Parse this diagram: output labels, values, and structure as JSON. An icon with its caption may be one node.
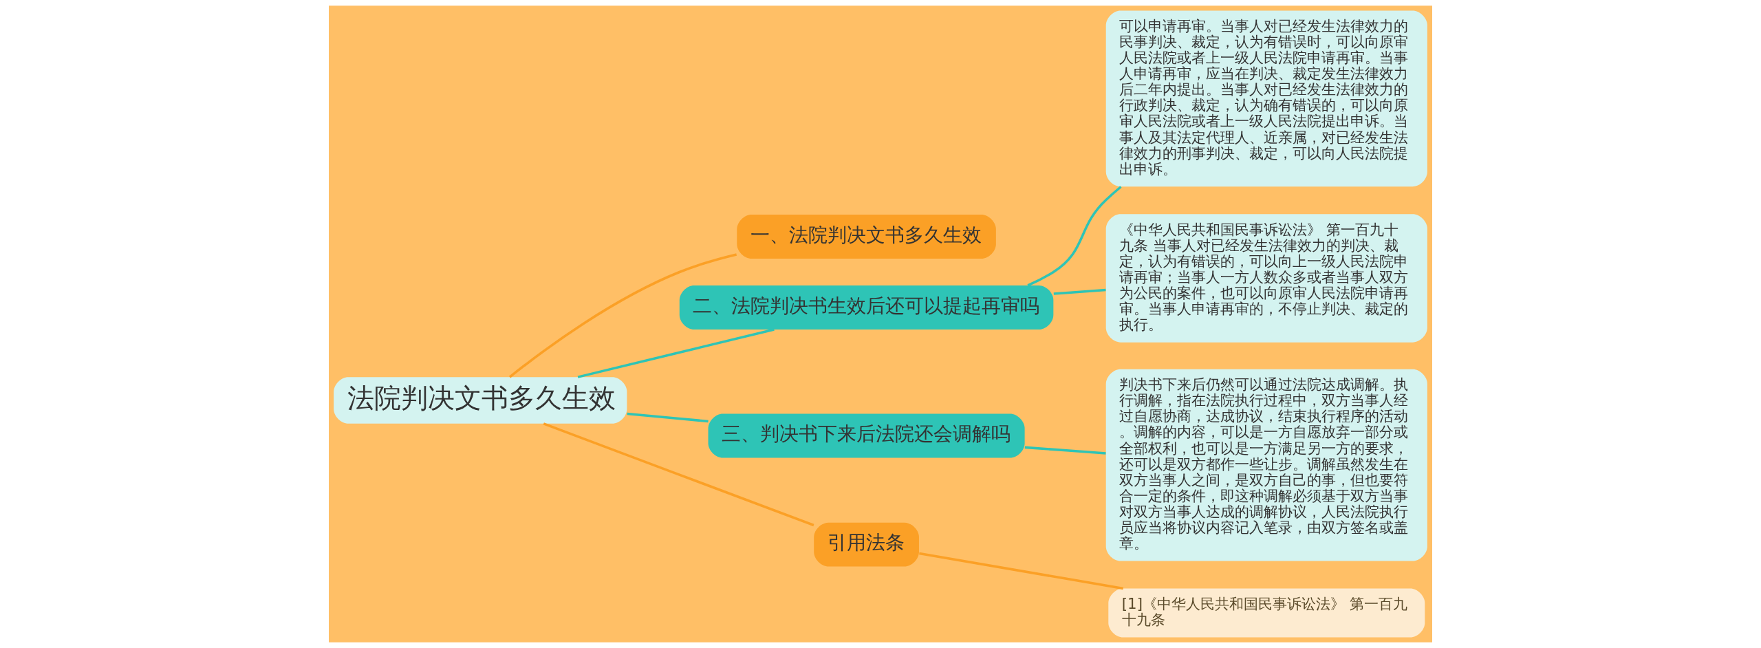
{
  "diagram": {
    "nodes": [
      {
        "text": [
          "法院判决文书多久生效"
        ]
      },
      {
        "text": [
          "一、法院判决文书多久生效"
        ]
      },
      {
        "text": [
          "二、法院判决书生效后还可以提起再审吗"
        ]
      },
      {
        "text": [
          "三、判决书下来后法院还会调解吗"
        ]
      },
      {
        "text": [
          "引用法条"
        ]
      },
      {
        "text": [
          "可以申请再审。当事人对已经发生法律效力的民事判决、裁定，认为有错误时，可以向原审人民法院或者上一级人民法院申请再审。当事人申请再审，应当在判决、裁定发生法律效力后二年内提出。当事人对已经发生法律效力的行政判决、裁定，认为确有错误的，可以向原审人民法院或者上一级人民法院提出申诉。当事人及其法定代理人、近亲属，对已经发生法律效力的刑事判决、裁定，可以向人民法院提出申诉。"
        ]
      },
      {
        "text": [
          "《中华人民共和国民事诉讼法》 第一百九十九条 当事人对已经发生法律效力的判决、裁定，认为有错误的，可以向上一级人民法院申请再审；当事人一方人数众多或者当事人双方为公民的案件，也可以向原审人民法院申请再审。当事人申请再审的，不停止判决、裁定的执行。"
        ]
      },
      {
        "text": [
          "[1]《中华人民共和国民事诉讼法》 第一百九十九条"
        ]
      },
      {
        "text": [
          "判决书下来后仍然可以通过法院达成调解。执行调解，指在法院执行过程中，双方当事人经过自愿协商，达成协议，结束执行程序的活动。调解的内容，可以是一方自愿放弃一部分或全部权利，也可以是一方满足另一方的要求，还可以是双方都作一些让步。调解虽然发生在双方当事人之间，是双方自己的事，但也要符合一定的条件，即这种调解必须基于双方当事对双方当事人达成的调解协议，人民法院执行员应当将协议内容记入笔录，由双方签名或盖章。"
        ]
      }
    ],
    "edges": [
      {
        "from": 0,
        "to": 1,
        "arrow": "none",
        "color": "#fba026"
      },
      {
        "from": 0,
        "to": 2,
        "arrow": "none"
      },
      {
        "from": 0,
        "to": 3,
        "arrow": "none"
      },
      {
        "from": 0,
        "to": 4,
        "arrow": "none",
        "color": "#fba026"
      },
      {
        "from": 2,
        "to": 5,
        "arrow": "none"
      },
      {
        "from": 2,
        "to": 6,
        "arrow": "none"
      },
      {
        "from": 4,
        "to": 7,
        "arrow": "none",
        "color": "#fba026"
      },
      {
        "from": 3,
        "to": 8,
        "arrow": "none"
      }
    ]
  }
}
